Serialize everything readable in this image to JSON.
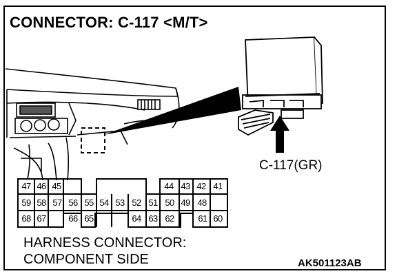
{
  "title": "CONNECTOR: C-117 <M/T>",
  "connector_ref": "C-117(GR)",
  "caption_line1": "HARNESS CONNECTOR:",
  "caption_line2": "COMPONENT SIDE",
  "figure_code": "AK501123AB",
  "pins": {
    "row1": [
      "47",
      "46",
      "45",
      "44",
      "43",
      "42",
      "41"
    ],
    "row2": [
      "59",
      "58",
      "57",
      "56",
      "55",
      "54",
      "53",
      "52",
      "51",
      "50",
      "49",
      "48"
    ],
    "row3": [
      "68",
      "67",
      "66",
      "65",
      "64",
      "63",
      "62",
      "61",
      "60"
    ]
  }
}
